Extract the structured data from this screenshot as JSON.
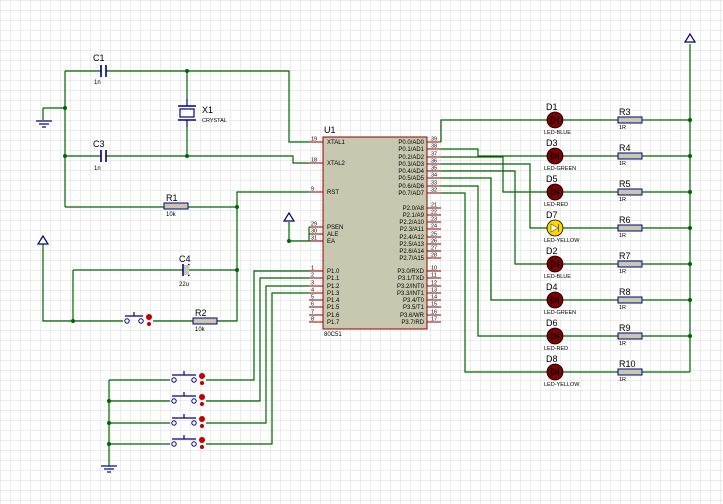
{
  "colors": {
    "grid": "#cfcfcf",
    "wire": "#006400",
    "component": "#000080",
    "label": "#000000",
    "chip_fill": "#c8c8b0",
    "chip_edge": "#8b0000",
    "pin": "#8b0000",
    "led_off": "#800000",
    "led_on": "#ffd700",
    "resistor_fill": "#c8c8b0",
    "button_red": "#c00000"
  },
  "chip": {
    "ref": "U1",
    "part": "80C51",
    "left_pins": [
      {
        "num": "19",
        "name": "XTAL1"
      },
      {
        "num": "18",
        "name": "XTAL2"
      },
      {
        "num": "9",
        "name": "RST"
      },
      {
        "num": "29",
        "name": "PSEN"
      },
      {
        "num": "30",
        "name": "ALE"
      },
      {
        "num": "31",
        "name": "EA"
      },
      {
        "num": "1",
        "name": "P1.0"
      },
      {
        "num": "2",
        "name": "P1.1"
      },
      {
        "num": "3",
        "name": "P1.2"
      },
      {
        "num": "4",
        "name": "P1.3"
      },
      {
        "num": "5",
        "name": "P1.4"
      },
      {
        "num": "6",
        "name": "P1.5"
      },
      {
        "num": "7",
        "name": "P1.6"
      },
      {
        "num": "8",
        "name": "P1.7"
      }
    ],
    "right_pins": [
      {
        "num": "39",
        "name": "P0.0/AD0"
      },
      {
        "num": "38",
        "name": "P0.1/AD1"
      },
      {
        "num": "37",
        "name": "P0.2/AD2"
      },
      {
        "num": "36",
        "name": "P0.3/AD3"
      },
      {
        "num": "35",
        "name": "P0.4/AD4"
      },
      {
        "num": "34",
        "name": "P0.5/AD5"
      },
      {
        "num": "33",
        "name": "P0.6/AD6"
      },
      {
        "num": "32",
        "name": "P0.7/AD7"
      },
      {
        "num": "21",
        "name": "P2.0/A8"
      },
      {
        "num": "22",
        "name": "P2.1/A9"
      },
      {
        "num": "23",
        "name": "P2.2/A10"
      },
      {
        "num": "24",
        "name": "P2.3/A11"
      },
      {
        "num": "25",
        "name": "P2.4/A12"
      },
      {
        "num": "26",
        "name": "P2.5/A13"
      },
      {
        "num": "27",
        "name": "P2.6/A14"
      },
      {
        "num": "28",
        "name": "P2.7/A15"
      },
      {
        "num": "10",
        "name": "P3.0/RXD"
      },
      {
        "num": "11",
        "name": "P3.1/TXD"
      },
      {
        "num": "12",
        "name": "P3.2/INT0"
      },
      {
        "num": "13",
        "name": "P3.3/INT1"
      },
      {
        "num": "14",
        "name": "P3.4/T0"
      },
      {
        "num": "15",
        "name": "P3.5/T1"
      },
      {
        "num": "16",
        "name": "P3.6/WR"
      },
      {
        "num": "17",
        "name": "P3.7/RD"
      }
    ]
  },
  "crystal": {
    "ref": "X1",
    "value": "CRYSTAL"
  },
  "capacitors": [
    {
      "ref": "C1",
      "value": "1n"
    },
    {
      "ref": "C3",
      "value": "1n"
    },
    {
      "ref": "C4",
      "value": "22u"
    }
  ],
  "resistors_left": [
    {
      "ref": "R1",
      "value": "10k"
    },
    {
      "ref": "R2",
      "value": "10k"
    }
  ],
  "leds": [
    {
      "ref": "D1",
      "type": "LED-BLUE",
      "resistor": "R3",
      "rvalue": "1R",
      "lit": false
    },
    {
      "ref": "D3",
      "type": "LED-GREEN",
      "resistor": "R4",
      "rvalue": "1R",
      "lit": false
    },
    {
      "ref": "D5",
      "type": "LED-RED",
      "resistor": "R5",
      "rvalue": "1R",
      "lit": false
    },
    {
      "ref": "D7",
      "type": "LED-YELLOW",
      "resistor": "R6",
      "rvalue": "1R",
      "lit": true
    },
    {
      "ref": "D2",
      "type": "LED-BLUE",
      "resistor": "R7",
      "rvalue": "1R",
      "lit": false
    },
    {
      "ref": "D4",
      "type": "LED-GREEN",
      "resistor": "R8",
      "rvalue": "1R",
      "lit": false
    },
    {
      "ref": "D6",
      "type": "LED-RED",
      "resistor": "R9",
      "rvalue": "1R",
      "lit": false
    },
    {
      "ref": "D8",
      "type": "LED-YELLOW",
      "resistor": "R10",
      "rvalue": "1R",
      "lit": false
    }
  ]
}
